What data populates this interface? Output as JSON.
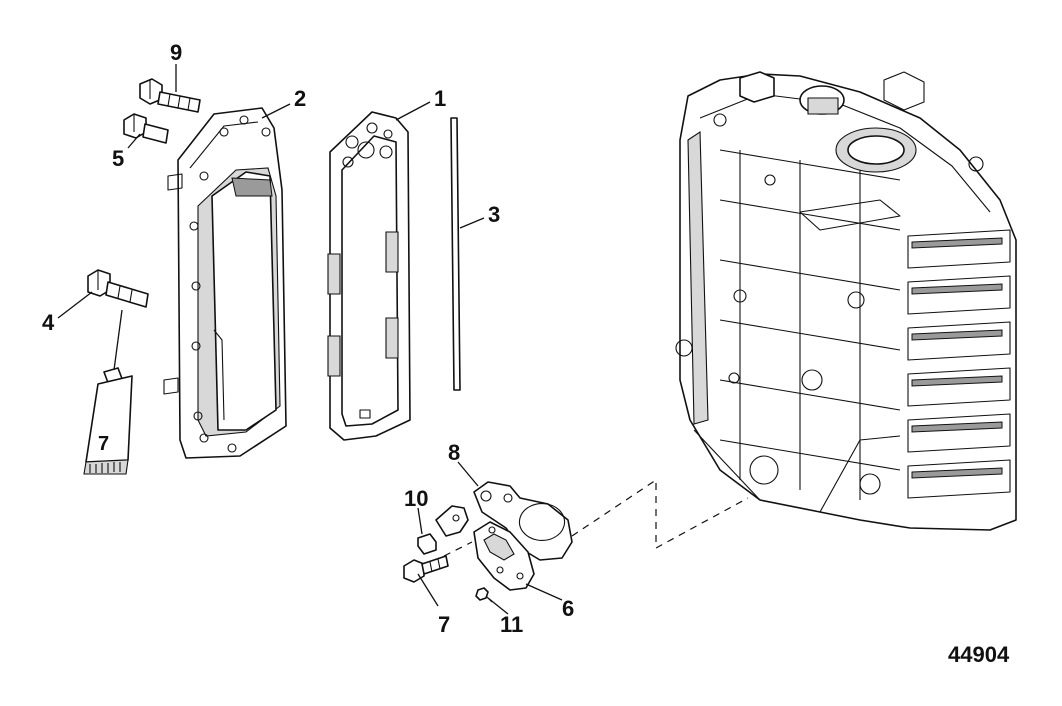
{
  "callouts": {
    "c1": "1",
    "c2": "2",
    "c3": "3",
    "c4": "4",
    "c5": "5",
    "c6": "6",
    "c7a": "7",
    "c7b": "7",
    "c8": "8",
    "c9": "9",
    "c10": "10",
    "c11": "11"
  },
  "figure_id": "44904"
}
